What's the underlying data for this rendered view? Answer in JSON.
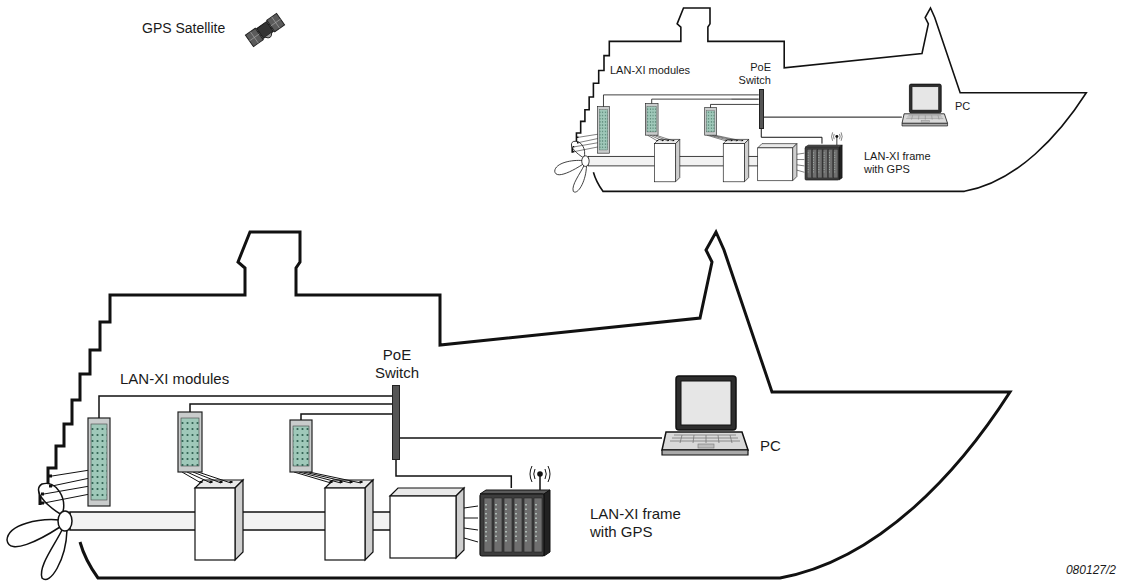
{
  "diagram": {
    "nodes": [
      {
        "text": [
          "LAN-XI modules"
        ]
      },
      {
        "text": [
          "PoE Switch"
        ]
      },
      {
        "text": [
          "PC"
        ]
      },
      {
        "text": [
          "LAN-XI frame with GPS"
        ]
      },
      {
        "text": [
          "LAN-XI modules"
        ]
      },
      {
        "text": [
          "PoE Switch"
        ]
      },
      {
        "text": [
          "PC"
        ]
      },
      {
        "text": [
          "LAN-XI frame with GPS"
        ]
      }
    ],
    "edges": [
      {
        "from": 0,
        "to": 1,
        "arrow": "none"
      },
      {
        "from": 1,
        "to": 2,
        "arrow": "none"
      },
      {
        "from": 1,
        "to": 3,
        "arrow": "none"
      },
      {
        "from": 4,
        "to": 5,
        "arrow": "none"
      },
      {
        "from": 5,
        "to": 6,
        "arrow": "none"
      },
      {
        "from": 5,
        "to": 7,
        "arrow": "none"
      }
    ],
    "labels": [
      "GPS Satellite",
      "080127/2"
    ]
  }
}
